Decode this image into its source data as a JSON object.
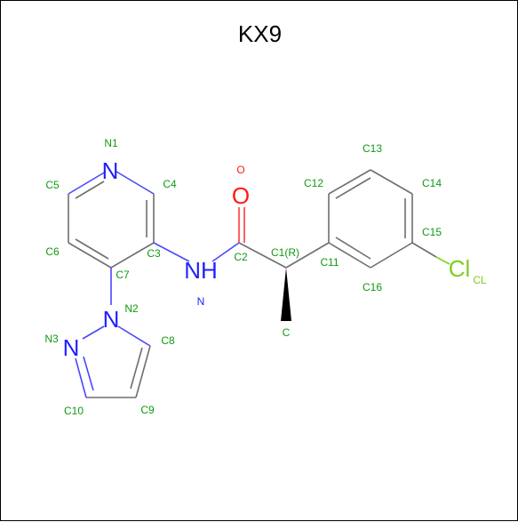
{
  "title": "KX9",
  "colors": {
    "carbon_label": "#119911",
    "nitrogen": "#2020ff",
    "oxygen": "#ff1a1a",
    "chlorine": "#7fcc1f",
    "bond": "#6e6e6e"
  },
  "atoms": [
    {
      "id": "N1",
      "symbol": "N",
      "small": "N1"
    },
    {
      "id": "C4",
      "symbol": "",
      "small": "C4"
    },
    {
      "id": "C3",
      "symbol": "",
      "small": "C3"
    },
    {
      "id": "C7",
      "symbol": "",
      "small": "C7"
    },
    {
      "id": "C6",
      "symbol": "",
      "small": "C6"
    },
    {
      "id": "C5",
      "symbol": "",
      "small": "C5"
    },
    {
      "id": "N",
      "symbol": "NH",
      "small": "N"
    },
    {
      "id": "C2",
      "symbol": "",
      "small": "C2"
    },
    {
      "id": "O",
      "symbol": "O",
      "small": "O"
    },
    {
      "id": "C1",
      "symbol": "",
      "small": "C1(R)"
    },
    {
      "id": "C",
      "symbol": "",
      "small": "C"
    },
    {
      "id": "C11",
      "symbol": "",
      "small": "C11"
    },
    {
      "id": "C12",
      "symbol": "",
      "small": "C12"
    },
    {
      "id": "C13",
      "symbol": "",
      "small": "C13"
    },
    {
      "id": "C14",
      "symbol": "",
      "small": "C14"
    },
    {
      "id": "C15",
      "symbol": "",
      "small": "C15"
    },
    {
      "id": "C16",
      "symbol": "",
      "small": "C16"
    },
    {
      "id": "CL",
      "symbol": "Cl",
      "small": "CL"
    },
    {
      "id": "N2",
      "symbol": "N",
      "small": "N2"
    },
    {
      "id": "N3",
      "symbol": "N",
      "small": "N3"
    },
    {
      "id": "C8",
      "symbol": "",
      "small": "C8"
    },
    {
      "id": "C9",
      "symbol": "",
      "small": "C9"
    },
    {
      "id": "C10",
      "symbol": "",
      "small": "C10"
    }
  ]
}
